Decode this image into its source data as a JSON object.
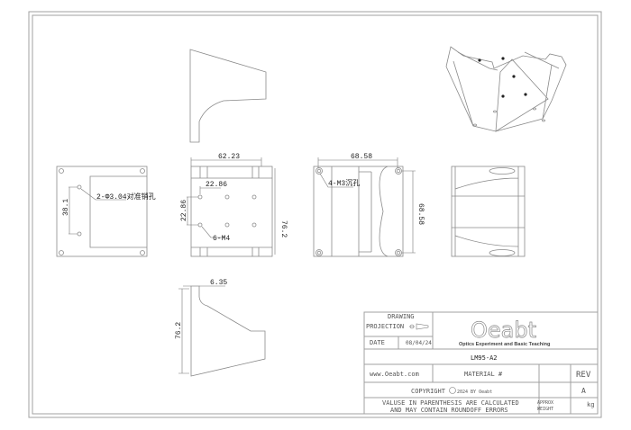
{
  "dimensions": {
    "left_pin_spacing": "38.1",
    "left_pin_note": "2-Φ3.04对准销孔",
    "front_width": "62.23",
    "front_height": "76.2",
    "hole_pitch_x": "22.86",
    "hole_pitch_y": "22.86",
    "front_hole_note": "6-M4",
    "right_width": "68.58",
    "right_height": "68.58",
    "right_hole_note": "4-M3沉孔",
    "bottom_offset": "6.35",
    "bottom_height": "76.2"
  },
  "title_block": {
    "drawing_label": "DRAWING",
    "projection_label": "PROJECTION",
    "date_label": "DATE",
    "date_value": "08/04/24",
    "logo_text": "Oeabt",
    "logo_tagline": "Optics Experiment and Basic Teaching",
    "part_number": "LM95-A2",
    "website": "www.Oeabt.com",
    "material_label": "MATERIAL #",
    "rev_label": "REV",
    "rev_value": "A",
    "copyright_prefix": "COPYRIGHT",
    "copyright_suffix": "2024 BY Oeabt",
    "note_line1": "VALUSE IN PARENTHESIS ARE CALCULATED",
    "note_line2": "AND MAY CONTAIN ROUNDOFF ERRORS",
    "weight_label1": "APPROX",
    "weight_label2": "WEIGHT",
    "weight_unit": "kg"
  }
}
